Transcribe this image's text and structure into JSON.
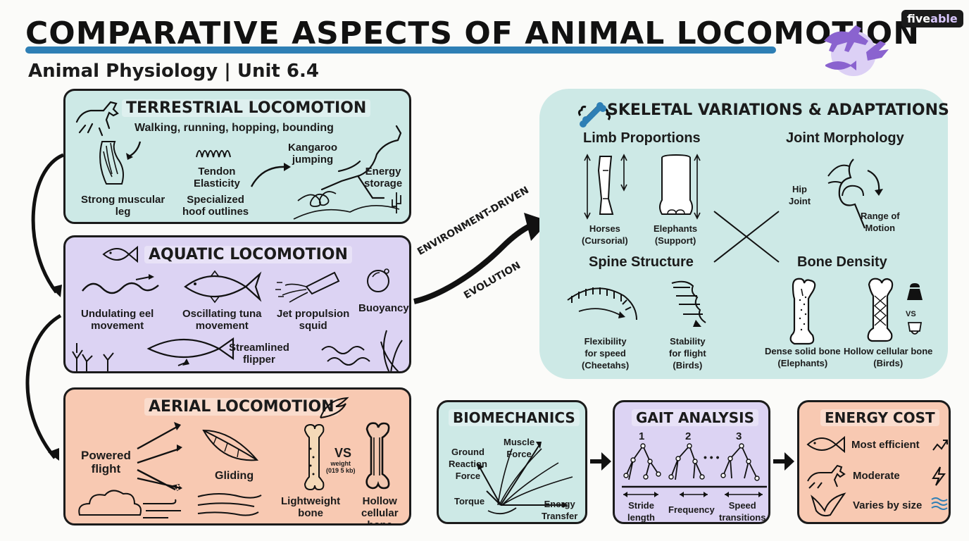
{
  "header": {
    "title": "COMPARATIVE ASPECTS OF ANIMAL LOCOMOTION",
    "subtitle": "Animal Physiology | Unit 6.4",
    "brand_a": "five",
    "brand_b": "able"
  },
  "terrestrial": {
    "title": "TERRESTRIAL LOCOMOTION",
    "desc": "Walking, running, hopping, bounding",
    "leg": "Strong muscular",
    "leg2": "leg",
    "tendon": "Tendon",
    "tendon2": "Elasticity",
    "hoof": "Specialized",
    "hoof2": "hoof outlines",
    "kangaroo": "Kangaroo",
    "kangaroo2": "jumping",
    "energy": "Energy",
    "energy2": "storage"
  },
  "aquatic": {
    "title": "AQUATIC LOCOMOTION",
    "eel": "Undulating eel",
    "eel2": "movement",
    "tuna": "Oscillating tuna",
    "tuna2": "movement",
    "jet": "Jet propulsion",
    "jet2": "squid",
    "buoy": "Buoyancy",
    "flipper": "Streamlined",
    "flipper2": "flipper"
  },
  "aerial": {
    "title": "AERIAL LOCOMOTION",
    "powered": "Powered",
    "powered2": "flight",
    "gliding": "Gliding",
    "light": "Lightweight",
    "light2": "bone",
    "vs": "VS",
    "weight": "weight",
    "weight2": "(019 5 kb)",
    "hollow": "Hollow",
    "hollow2": "cellular",
    "hollow3": "bone"
  },
  "evolution": {
    "line1": "ENVIRONMENT-DRIVEN",
    "line2": "EVOLUTION"
  },
  "skeletal": {
    "title": "SKELETAL VARIATIONS & ADAPTATIONS",
    "limb": "Limb Proportions",
    "horses": "Horses",
    "horses2": "(Cursorial)",
    "elephants": "Elephants",
    "elephants2": "(Support)",
    "joint": "Joint Morphology",
    "hip": "Hip",
    "hip2": "Joint",
    "range": "Range of",
    "range2": "Motion",
    "spine": "Spine Structure",
    "flex": "Flexibility",
    "flex2": "for speed",
    "flex3": "(Cheetahs)",
    "stab": "Stability",
    "stab2": "for flight",
    "stab3": "(Birds)",
    "density": "Bone Density",
    "dense": "Dense solid bone",
    "dense2": "(Elephants)",
    "hollowc": "Hollow cellular bone",
    "hollowc2": "(Birds)",
    "vs": "VS"
  },
  "biomech": {
    "title": "BIOMECHANICS",
    "grf": "Ground",
    "grf2": "Reaction",
    "grf3": "Force",
    "muscle": "Muscle",
    "muscle2": "Force",
    "torque": "Torque",
    "et": "Energy",
    "et2": "Transfer"
  },
  "gait": {
    "title": "GAIT ANALYSIS",
    "n1": "1",
    "n2": "2",
    "n3": "3",
    "dots": "• • •",
    "stride": "Stride",
    "stride2": "length",
    "freq": "Frequency",
    "speed": "Speed",
    "speed2": "transitions"
  },
  "energy": {
    "title": "ENERGY COST",
    "eff": "Most efficient",
    "mod": "Moderate",
    "var": "Varies by size"
  }
}
